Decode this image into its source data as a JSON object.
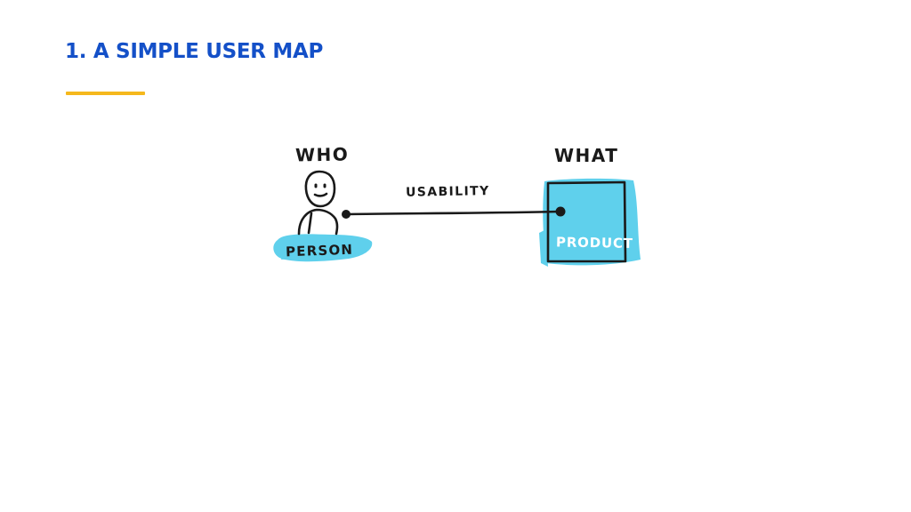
{
  "slide": {
    "title": "1. A SIMPLE USER MAP"
  },
  "diagram": {
    "who_label": "WHO",
    "what_label": "WHAT",
    "person_label": "PERSON",
    "product_label": "PRODUCT",
    "connection_label": "USABILITY"
  },
  "colors": {
    "title": "#1450c8",
    "accent_rule": "#f5b81c",
    "highlight": "#5fd0ec",
    "ink": "#1a1a1a",
    "highlight_text": "#ffffff"
  },
  "icons": {
    "person": "person-icon",
    "product": "product-box-icon"
  }
}
